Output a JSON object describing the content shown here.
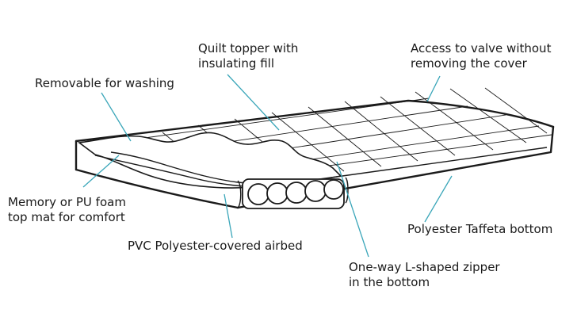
{
  "labels": {
    "quilt_topper": [
      "Quilt topper with",
      "insulating fill"
    ],
    "valve_access": [
      "Access to valve without",
      "removing the cover"
    ],
    "removable": [
      "Removable for washing"
    ],
    "memory_foam": [
      "Memory or PU foam",
      "top mat for comfort"
    ],
    "taffeta_bottom": [
      "Polyester Taffeta bottom"
    ],
    "pvc_airbed": [
      "PVC Polyester-covered airbed"
    ],
    "zipper": [
      "One-way L-shaped zipper",
      "in the bottom"
    ]
  },
  "colors": {
    "line": "#1a1a1a",
    "leader": "#3aa6b9",
    "background": "#ffffff"
  }
}
